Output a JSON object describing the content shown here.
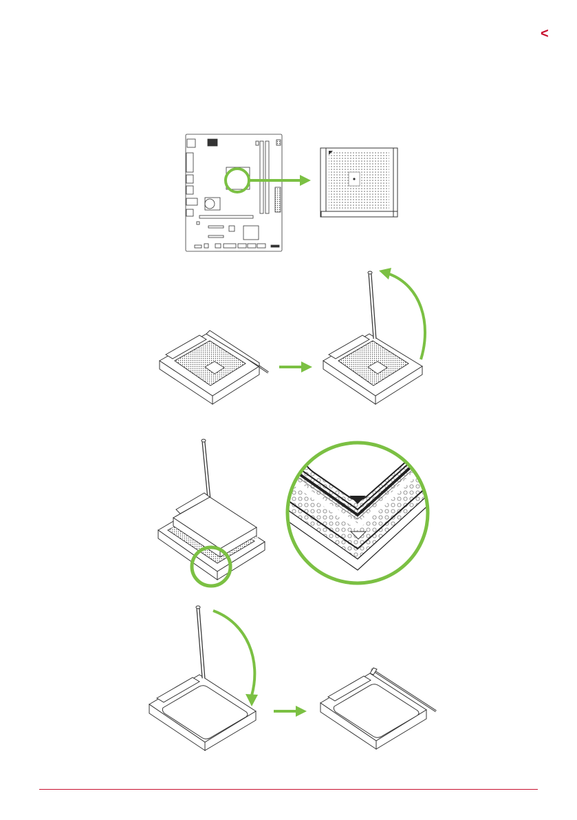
{
  "nav": {
    "chevron": "<",
    "icon": "chevron-left-icon"
  },
  "colors": {
    "accent_red": "#c8102e",
    "arrow_green": "#7bc043",
    "line": "#222222",
    "pin_grid": "#9a9a9a"
  },
  "steps": [
    {
      "id": "locate-socket"
    },
    {
      "id": "lift-lever"
    },
    {
      "id": "align-triangle"
    },
    {
      "id": "lower-lever"
    }
  ]
}
